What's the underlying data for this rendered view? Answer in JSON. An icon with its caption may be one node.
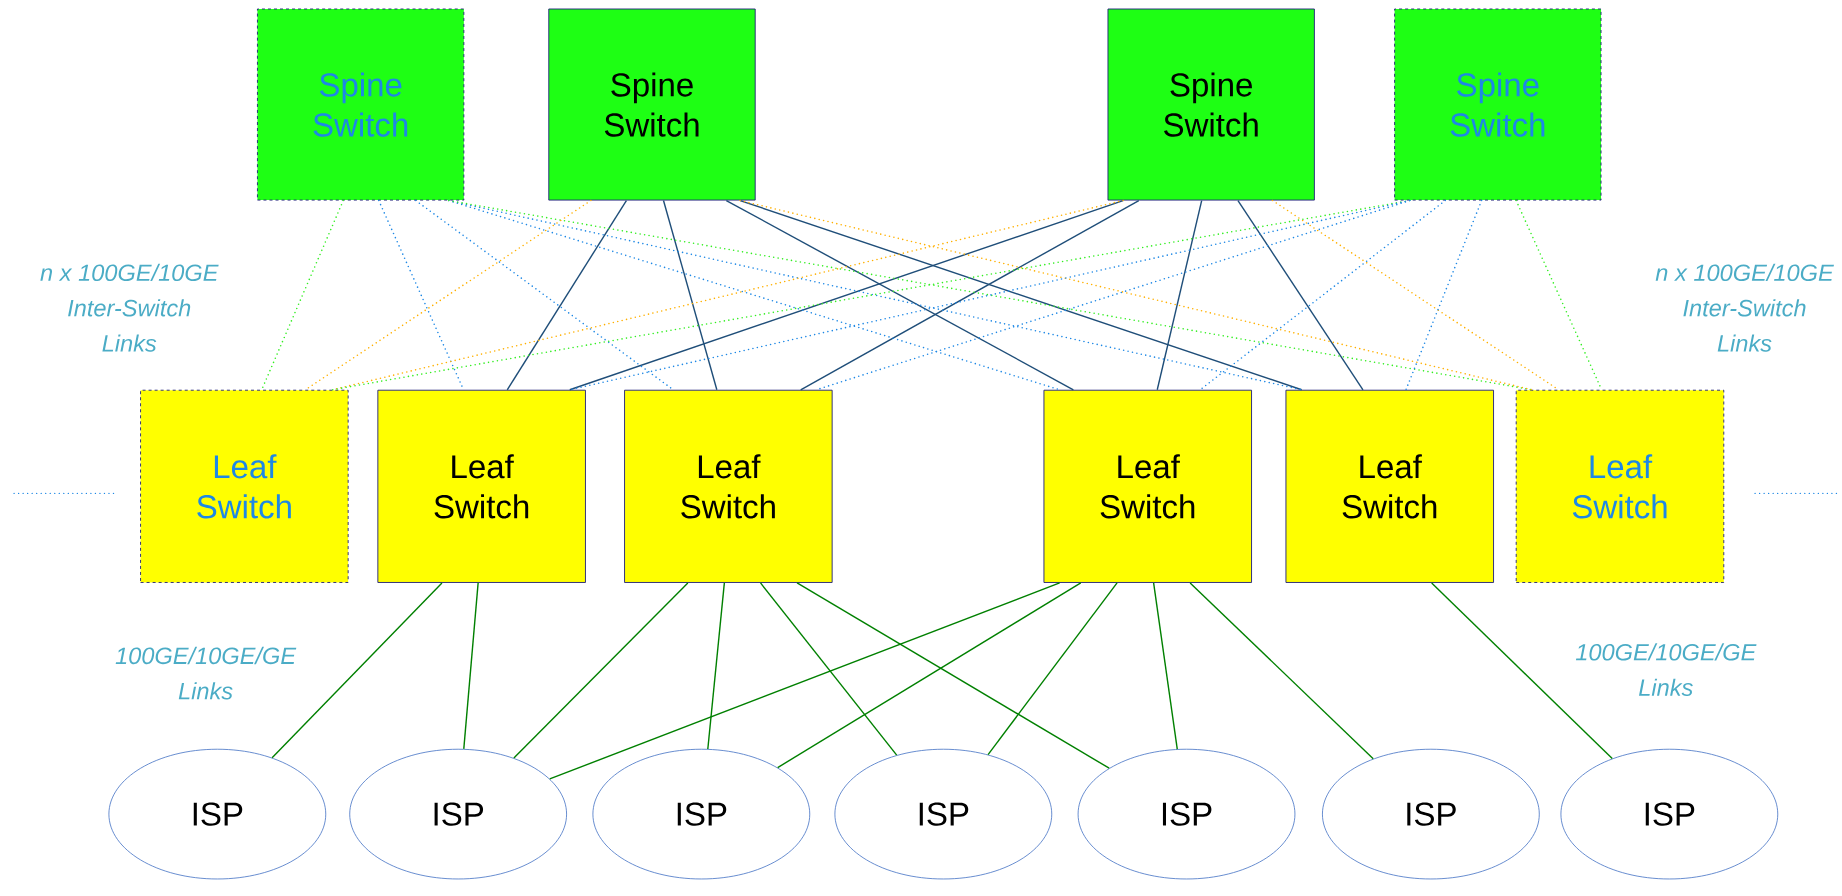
{
  "diagram": {
    "nodes": [
      {
        "text": [
          "Spine Switch"
        ]
      },
      {
        "text": [
          "Spine Switch"
        ]
      },
      {
        "text": [
          "Spine Switch"
        ]
      },
      {
        "text": [
          "Spine Switch"
        ]
      },
      {
        "text": [
          "Leaf Switch"
        ]
      },
      {
        "text": [
          "Leaf Switch"
        ]
      },
      {
        "text": [
          "Leaf Switch"
        ]
      },
      {
        "text": [
          "Leaf Switch"
        ]
      },
      {
        "text": [
          "Leaf Switch"
        ]
      },
      {
        "text": [
          "Leaf Switch"
        ]
      },
      {
        "text": [
          "ISP"
        ]
      },
      {
        "text": [
          "ISP"
        ]
      },
      {
        "text": [
          "ISP"
        ]
      },
      {
        "text": [
          "ISP"
        ]
      },
      {
        "text": [
          "ISP"
        ]
      },
      {
        "text": [
          "ISP"
        ]
      },
      {
        "text": [
          "ISP"
        ]
      }
    ],
    "edges": [
      {
        "from": 1,
        "to": 5,
        "arrow": "none",
        "color": "#1f4e79"
      },
      {
        "from": 1,
        "to": 6,
        "arrow": "none",
        "color": "#1f4e79"
      },
      {
        "from": 1,
        "to": 7,
        "arrow": "none",
        "color": "#1f4e79"
      },
      {
        "from": 1,
        "to": 8,
        "arrow": "none",
        "color": "#1f4e79"
      },
      {
        "from": 2,
        "to": 5,
        "arrow": "none",
        "color": "#1f4e79"
      },
      {
        "from": 2,
        "to": 6,
        "arrow": "none",
        "color": "#1f4e79"
      },
      {
        "from": 2,
        "to": 7,
        "arrow": "none",
        "color": "#1f4e79"
      },
      {
        "from": 2,
        "to": 8,
        "arrow": "none",
        "color": "#1f4e79"
      },
      {
        "from": 0,
        "to": 4,
        "arrow": "none",
        "style": "dashed",
        "color": "#33ee22"
      },
      {
        "from": 0,
        "to": 5,
        "arrow": "none",
        "style": "dashed",
        "color": "#1e88e5"
      },
      {
        "from": 0,
        "to": 6,
        "arrow": "none",
        "style": "dashed",
        "color": "#1e88e5"
      },
      {
        "from": 0,
        "to": 7,
        "arrow": "none",
        "style": "dashed",
        "color": "#1e88e5"
      },
      {
        "from": 0,
        "to": 8,
        "arrow": "none",
        "style": "dashed",
        "color": "#1e88e5"
      },
      {
        "from": 0,
        "to": 9,
        "arrow": "none",
        "style": "dashed",
        "color": "#33ee22"
      },
      {
        "from": 1,
        "to": 4,
        "arrow": "none",
        "style": "dashed",
        "color": "#ffb000"
      },
      {
        "from": 1,
        "to": 9,
        "arrow": "none",
        "style": "dashed",
        "color": "#ffb000"
      },
      {
        "from": 2,
        "to": 4,
        "arrow": "none",
        "style": "dashed",
        "color": "#ffb000"
      },
      {
        "from": 2,
        "to": 9,
        "arrow": "none",
        "style": "dashed",
        "color": "#ffb000"
      },
      {
        "from": 3,
        "to": 4,
        "arrow": "none",
        "style": "dashed",
        "color": "#33ee22"
      },
      {
        "from": 3,
        "to": 5,
        "arrow": "none",
        "style": "dashed",
        "color": "#1e88e5"
      },
      {
        "from": 3,
        "to": 6,
        "arrow": "none",
        "style": "dashed",
        "color": "#1e88e5"
      },
      {
        "from": 3,
        "to": 7,
        "arrow": "none",
        "style": "dashed",
        "color": "#1e88e5"
      },
      {
        "from": 3,
        "to": 8,
        "arrow": "none",
        "style": "dashed",
        "color": "#1e88e5"
      },
      {
        "from": 3,
        "to": 9,
        "arrow": "none",
        "style": "dashed",
        "color": "#33ee22"
      },
      {
        "from": 5,
        "to": 10,
        "arrow": "none",
        "color": "#008000"
      },
      {
        "from": 5,
        "to": 11,
        "arrow": "none",
        "color": "#008000"
      },
      {
        "from": 6,
        "to": 11,
        "arrow": "none",
        "color": "#008000"
      },
      {
        "from": 6,
        "to": 12,
        "arrow": "none",
        "color": "#008000"
      },
      {
        "from": 6,
        "to": 13,
        "arrow": "none",
        "color": "#008000"
      },
      {
        "from": 6,
        "to": 14,
        "arrow": "none",
        "color": "#008000"
      },
      {
        "from": 7,
        "to": 11,
        "arrow": "none",
        "color": "#008000"
      },
      {
        "from": 7,
        "to": 12,
        "arrow": "none",
        "color": "#008000"
      },
      {
        "from": 7,
        "to": 13,
        "arrow": "none",
        "color": "#008000"
      },
      {
        "from": 7,
        "to": 14,
        "arrow": "none",
        "color": "#008000"
      },
      {
        "from": 7,
        "to": 15,
        "arrow": "none",
        "color": "#008000"
      },
      {
        "from": 8,
        "to": 16,
        "arrow": "none",
        "color": "#008000"
      }
    ],
    "labels": [
      "n x 100GE/10GE Inter-Switch Links",
      "n x 100GE/10GE Inter-Switch Links",
      "100GE/10GE/GE Links",
      "100GE/10GE/GE Links"
    ]
  }
}
